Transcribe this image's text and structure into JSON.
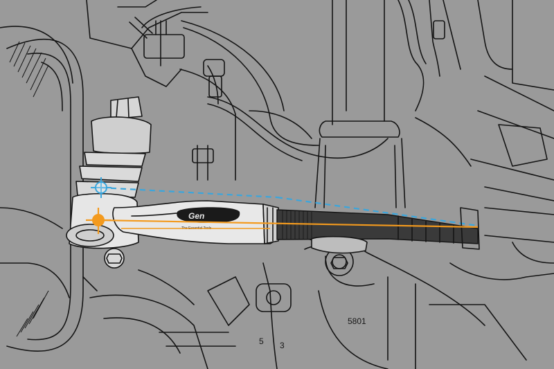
{
  "figure": {
    "description_labels": {
      "part_number_main": "5801",
      "part_number_bottom_left": "5",
      "part_number_bottom_right": "3"
    },
    "brand": {
      "logo_text": "Gen",
      "tagline_text": "The Essential Tools"
    },
    "colors": {
      "background": "#9a9a9a",
      "line": "#141414",
      "part_fill": "#e8e8e8",
      "rod_dark": "#3a3a3a",
      "orange_axis": "#f39a1e",
      "blue_axis": "#3aa6dd"
    },
    "markers": {
      "orange_icon": "pivot-target-icon",
      "blue_icon": "pivot-target-outline-icon"
    }
  }
}
